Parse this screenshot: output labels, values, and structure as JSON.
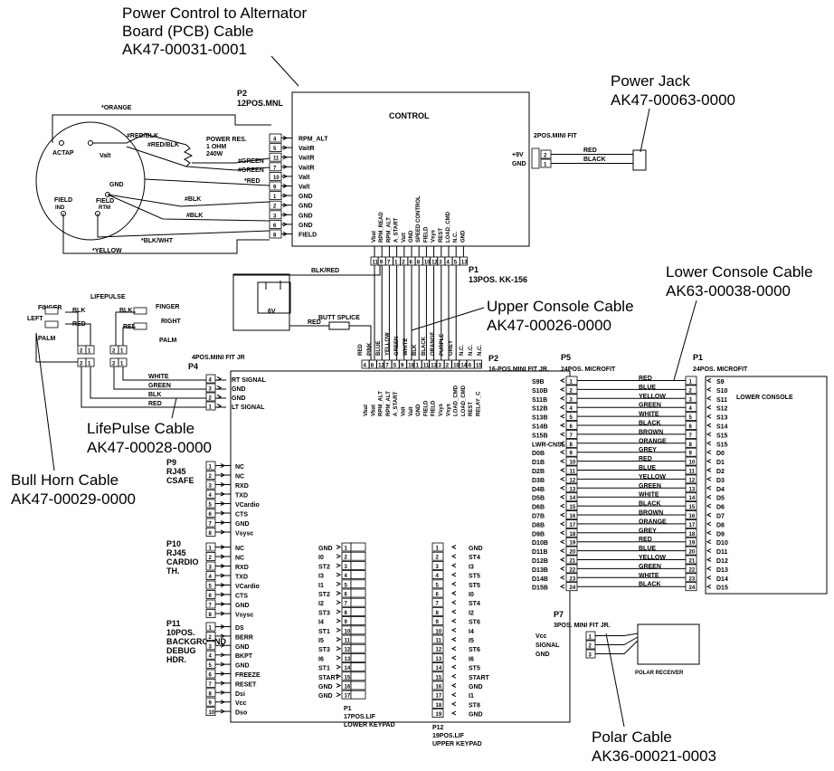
{
  "callouts": {
    "pcb_cable": [
      "Power Control to Alternator",
      "Board (PCB) Cable",
      "AK47-00031-0001"
    ],
    "power_jack": [
      "Power Jack",
      "AK47-00063-0000"
    ],
    "lower_console_cable": [
      "Lower Console Cable",
      "AK63-00038-0000"
    ],
    "upper_console_cable": [
      "Upper Console Cable",
      "AK47-00026-0000"
    ],
    "lifepulse_cable": [
      "LifePulse Cable",
      "AK47-00028-0000"
    ],
    "bullhorn_cable": [
      "Bull Horn Cable",
      "AK47-00029-0000"
    ],
    "polar_cable": [
      "Polar Cable",
      "AK36-00021-0003"
    ]
  },
  "control": {
    "title": "CONTROL",
    "p2_label": [
      "P2",
      "12POS.MNL"
    ],
    "p2_pins": [
      {
        "n": "4",
        "s": "RPM_ALT"
      },
      {
        "n": "5",
        "s": "VaitR"
      },
      {
        "n": "11",
        "s": "VaitR"
      },
      {
        "n": "7",
        "s": "VaitR"
      },
      {
        "n": "10",
        "s": "Valt"
      },
      {
        "n": "9",
        "s": "Valt"
      },
      {
        "n": "1",
        "s": "GND"
      },
      {
        "n": "2",
        "s": "GND"
      },
      {
        "n": "3",
        "s": "GND"
      },
      {
        "n": "6",
        "s": "GND"
      },
      {
        "n": "8",
        "s": "FIELD"
      }
    ],
    "minifit": "2POS.MINI FIT",
    "power_pins": [
      {
        "n": "2",
        "s": "+9V",
        "w": "RED"
      },
      {
        "n": "1",
        "s": "GND",
        "w": "BLACK"
      }
    ],
    "p1_label": [
      "P1",
      "13POS. KK-156"
    ],
    "p1_signals": [
      "Vbat",
      "RPM_READ",
      "RPM_ALT",
      "A_START",
      "Vatt",
      "GND",
      "SPEED CONTROL",
      "FIELD",
      "Vsys",
      "REST",
      "LOAD_CMD",
      "N.C.",
      "GND"
    ],
    "p1_pins": [
      "11",
      "9",
      "7",
      "1",
      "2",
      "6",
      "8",
      "10",
      "12",
      "3",
      "4",
      "5",
      "13"
    ]
  },
  "alternator": {
    "labels": [
      "ACTAP",
      "Valt",
      "GND",
      "FIELD",
      "FIELD"
    ],
    "sublabels": [
      "IND",
      "RTM"
    ],
    "wires": [
      "*ORANGE",
      "#RED/BLK",
      "#RED/BLK",
      "#GREEN",
      "#GREEN",
      "*RED",
      "#BLK",
      "#BLK",
      "*BLK/WHT",
      "*YELLOW"
    ],
    "resistor": [
      "POWER RES.",
      "1 OHM",
      "240W"
    ]
  },
  "battery": {
    "wire": "BLK/RED",
    "label": "6V",
    "splice": "BUTT SPLICE",
    "red": "RED"
  },
  "lifepulse": {
    "title": "LIFEPULSE",
    "left": [
      "FINGER",
      "LEFT",
      "PALM"
    ],
    "right": [
      "FINGER",
      "RIGHT",
      "PALM"
    ],
    "wires": [
      "BLK",
      "RED",
      "BLK",
      "RED"
    ],
    "conn": [
      "2",
      "1",
      "2",
      "1",
      "2",
      "1",
      "2",
      "1"
    ]
  },
  "p4": {
    "label": "P4",
    "minifit": "4POS.MINI FIT JR",
    "pins": [
      {
        "n": "4",
        "s": "RT SIGNAL",
        "w": "WHITE"
      },
      {
        "n": "3",
        "s": "GND",
        "w": "GREEN"
      },
      {
        "n": "2",
        "s": "GND",
        "w": "BLK"
      },
      {
        "n": "1",
        "s": "LT SIGNAL",
        "w": "RED"
      }
    ]
  },
  "upper_p2": {
    "label": [
      "P2",
      "16-POS.MINI FIT JR."
    ],
    "wire_colors": [
      "RED",
      "PINK",
      "BLUE",
      "YELLOW",
      "GREEN",
      "WHITE",
      "BLK",
      "BLACK",
      "ORANGE",
      "PURPLE",
      "GREY"
    ],
    "pins": [
      "4",
      "8",
      "12",
      "7",
      "5",
      "9",
      "16",
      "1",
      "11",
      "13",
      "3",
      "2",
      "10",
      "14",
      "6",
      "15"
    ],
    "signals": [
      "Vbat",
      "Vbat",
      "RPM_ALT",
      "RPM_ALT",
      "A_START",
      "Valt",
      "Valt",
      "GND",
      "FIELD",
      "FIELD",
      "Vsys",
      "Vsys",
      "LOAD_CMD",
      "LOAD_CMD",
      "REST",
      "RELAY_C"
    ],
    "nc": [
      "N.C.",
      "N.C.",
      "N.C."
    ]
  },
  "p9": {
    "label": [
      "P9",
      "RJ45",
      "CSAFE"
    ],
    "pins": [
      {
        "n": "1",
        "s": "NC"
      },
      {
        "n": "2",
        "s": "NC"
      },
      {
        "n": "3",
        "s": "RXD"
      },
      {
        "n": "4",
        "s": "TXD"
      },
      {
        "n": "5",
        "s": "VCardio"
      },
      {
        "n": "6",
        "s": "CTS"
      },
      {
        "n": "7",
        "s": "GND"
      },
      {
        "n": "8",
        "s": "Vsysc"
      }
    ]
  },
  "p10": {
    "label": [
      "P10",
      "RJ45",
      "CARDIO",
      "TH."
    ],
    "pins": [
      {
        "n": "1",
        "s": "NC"
      },
      {
        "n": "2",
        "s": "NC"
      },
      {
        "n": "3",
        "s": "RXD"
      },
      {
        "n": "4",
        "s": "TXD"
      },
      {
        "n": "5",
        "s": "VCardio"
      },
      {
        "n": "6",
        "s": "CTS"
      },
      {
        "n": "7",
        "s": "GND"
      },
      {
        "n": "8",
        "s": "Vsysc"
      }
    ]
  },
  "p11": {
    "label": [
      "P11",
      "10POS.",
      "BACKGROUND",
      "DEBUG",
      "HDR."
    ],
    "pins": [
      {
        "n": "1",
        "s": "DS"
      },
      {
        "n": "2",
        "s": "BERR"
      },
      {
        "n": "3",
        "s": "GND"
      },
      {
        "n": "4",
        "s": "BKPT"
      },
      {
        "n": "5",
        "s": "GND"
      },
      {
        "n": "6",
        "s": "FREEZE"
      },
      {
        "n": "7",
        "s": "RESET"
      },
      {
        "n": "8",
        "s": "Dsi"
      },
      {
        "n": "9",
        "s": "Vcc"
      },
      {
        "n": "10",
        "s": "Dso"
      }
    ]
  },
  "lower_keypad": {
    "label": [
      "P1",
      "17POS.LIF",
      "LOWER KEYPAD"
    ],
    "pins": [
      "1",
      "2",
      "3",
      "4",
      "5",
      "6",
      "7",
      "8",
      "9",
      "10",
      "11",
      "12",
      "13",
      "14",
      "15",
      "16",
      "17"
    ],
    "signals": [
      "GND",
      "I0",
      "ST2",
      "I3",
      "I1",
      "ST2",
      "I2",
      "ST3",
      "I4",
      "ST1",
      "I5",
      "ST3",
      "I6",
      "ST1",
      "START",
      "GND",
      "GND"
    ]
  },
  "upper_keypad": {
    "label": [
      "P12",
      "19POS.LIF",
      "UPPER KEYPAD"
    ],
    "pins": [
      "1",
      "2",
      "3",
      "4",
      "5",
      "6",
      "7",
      "8",
      "9",
      "10",
      "11",
      "12",
      "13",
      "14",
      "15",
      "16",
      "17",
      "18",
      "19"
    ],
    "signals": [
      "GND",
      "ST4",
      "I3",
      "ST5",
      "ST5",
      "I0",
      "ST4",
      "I2",
      "ST6",
      "I4",
      "I5",
      "ST6",
      "I6",
      "ST5",
      "START",
      "GND",
      "I1",
      "ST8",
      "GND"
    ]
  },
  "p5": {
    "label": [
      "P5",
      "24POS. MICROFIT"
    ],
    "signals": [
      "S9B",
      "S10B",
      "S11B",
      "S12B",
      "S13B",
      "S14B",
      "S15B",
      "LWR-CNSL",
      "D0B",
      "D1B",
      "D2B",
      "D3B",
      "D4B",
      "D5B",
      "D6B",
      "D7B",
      "D8B",
      "D9B",
      "D10B",
      "D11B",
      "D12B",
      "D13B",
      "D14B",
      "D15B"
    ],
    "colors": [
      "RED",
      "BLUE",
      "YELLOW",
      "GREEN",
      "WHITE",
      "BLACK",
      "BROWN",
      "ORANGE",
      "GREY",
      "RED",
      "BLUE",
      "YELLOW",
      "GREEN",
      "WHITE",
      "BLACK",
      "BROWN",
      "ORANGE",
      "GREY",
      "RED",
      "BLUE",
      "YELLOW",
      "GREEN",
      "WHITE",
      "BLACK"
    ]
  },
  "lower_p1": {
    "label": [
      "P1",
      "24POS. MICROFIT"
    ],
    "title": "LOWER CONSOLE",
    "signals": [
      "S9",
      "S10",
      "S11",
      "S12",
      "S13",
      "S14",
      "S15",
      "S15",
      "D0",
      "D1",
      "D2",
      "D3",
      "D4",
      "D5",
      "D6",
      "D7",
      "D8",
      "D9",
      "D10",
      "D11",
      "D12",
      "D13",
      "D14",
      "D15"
    ]
  },
  "p7": {
    "label": [
      "P7",
      "3POS. MINI FIT JR."
    ],
    "pins": [
      {
        "n": "1",
        "s": "Vcc"
      },
      {
        "n": "2",
        "s": "SIGNAL"
      },
      {
        "n": "3",
        "s": "GND"
      }
    ],
    "receiver": "POLAR RECEIVER"
  }
}
